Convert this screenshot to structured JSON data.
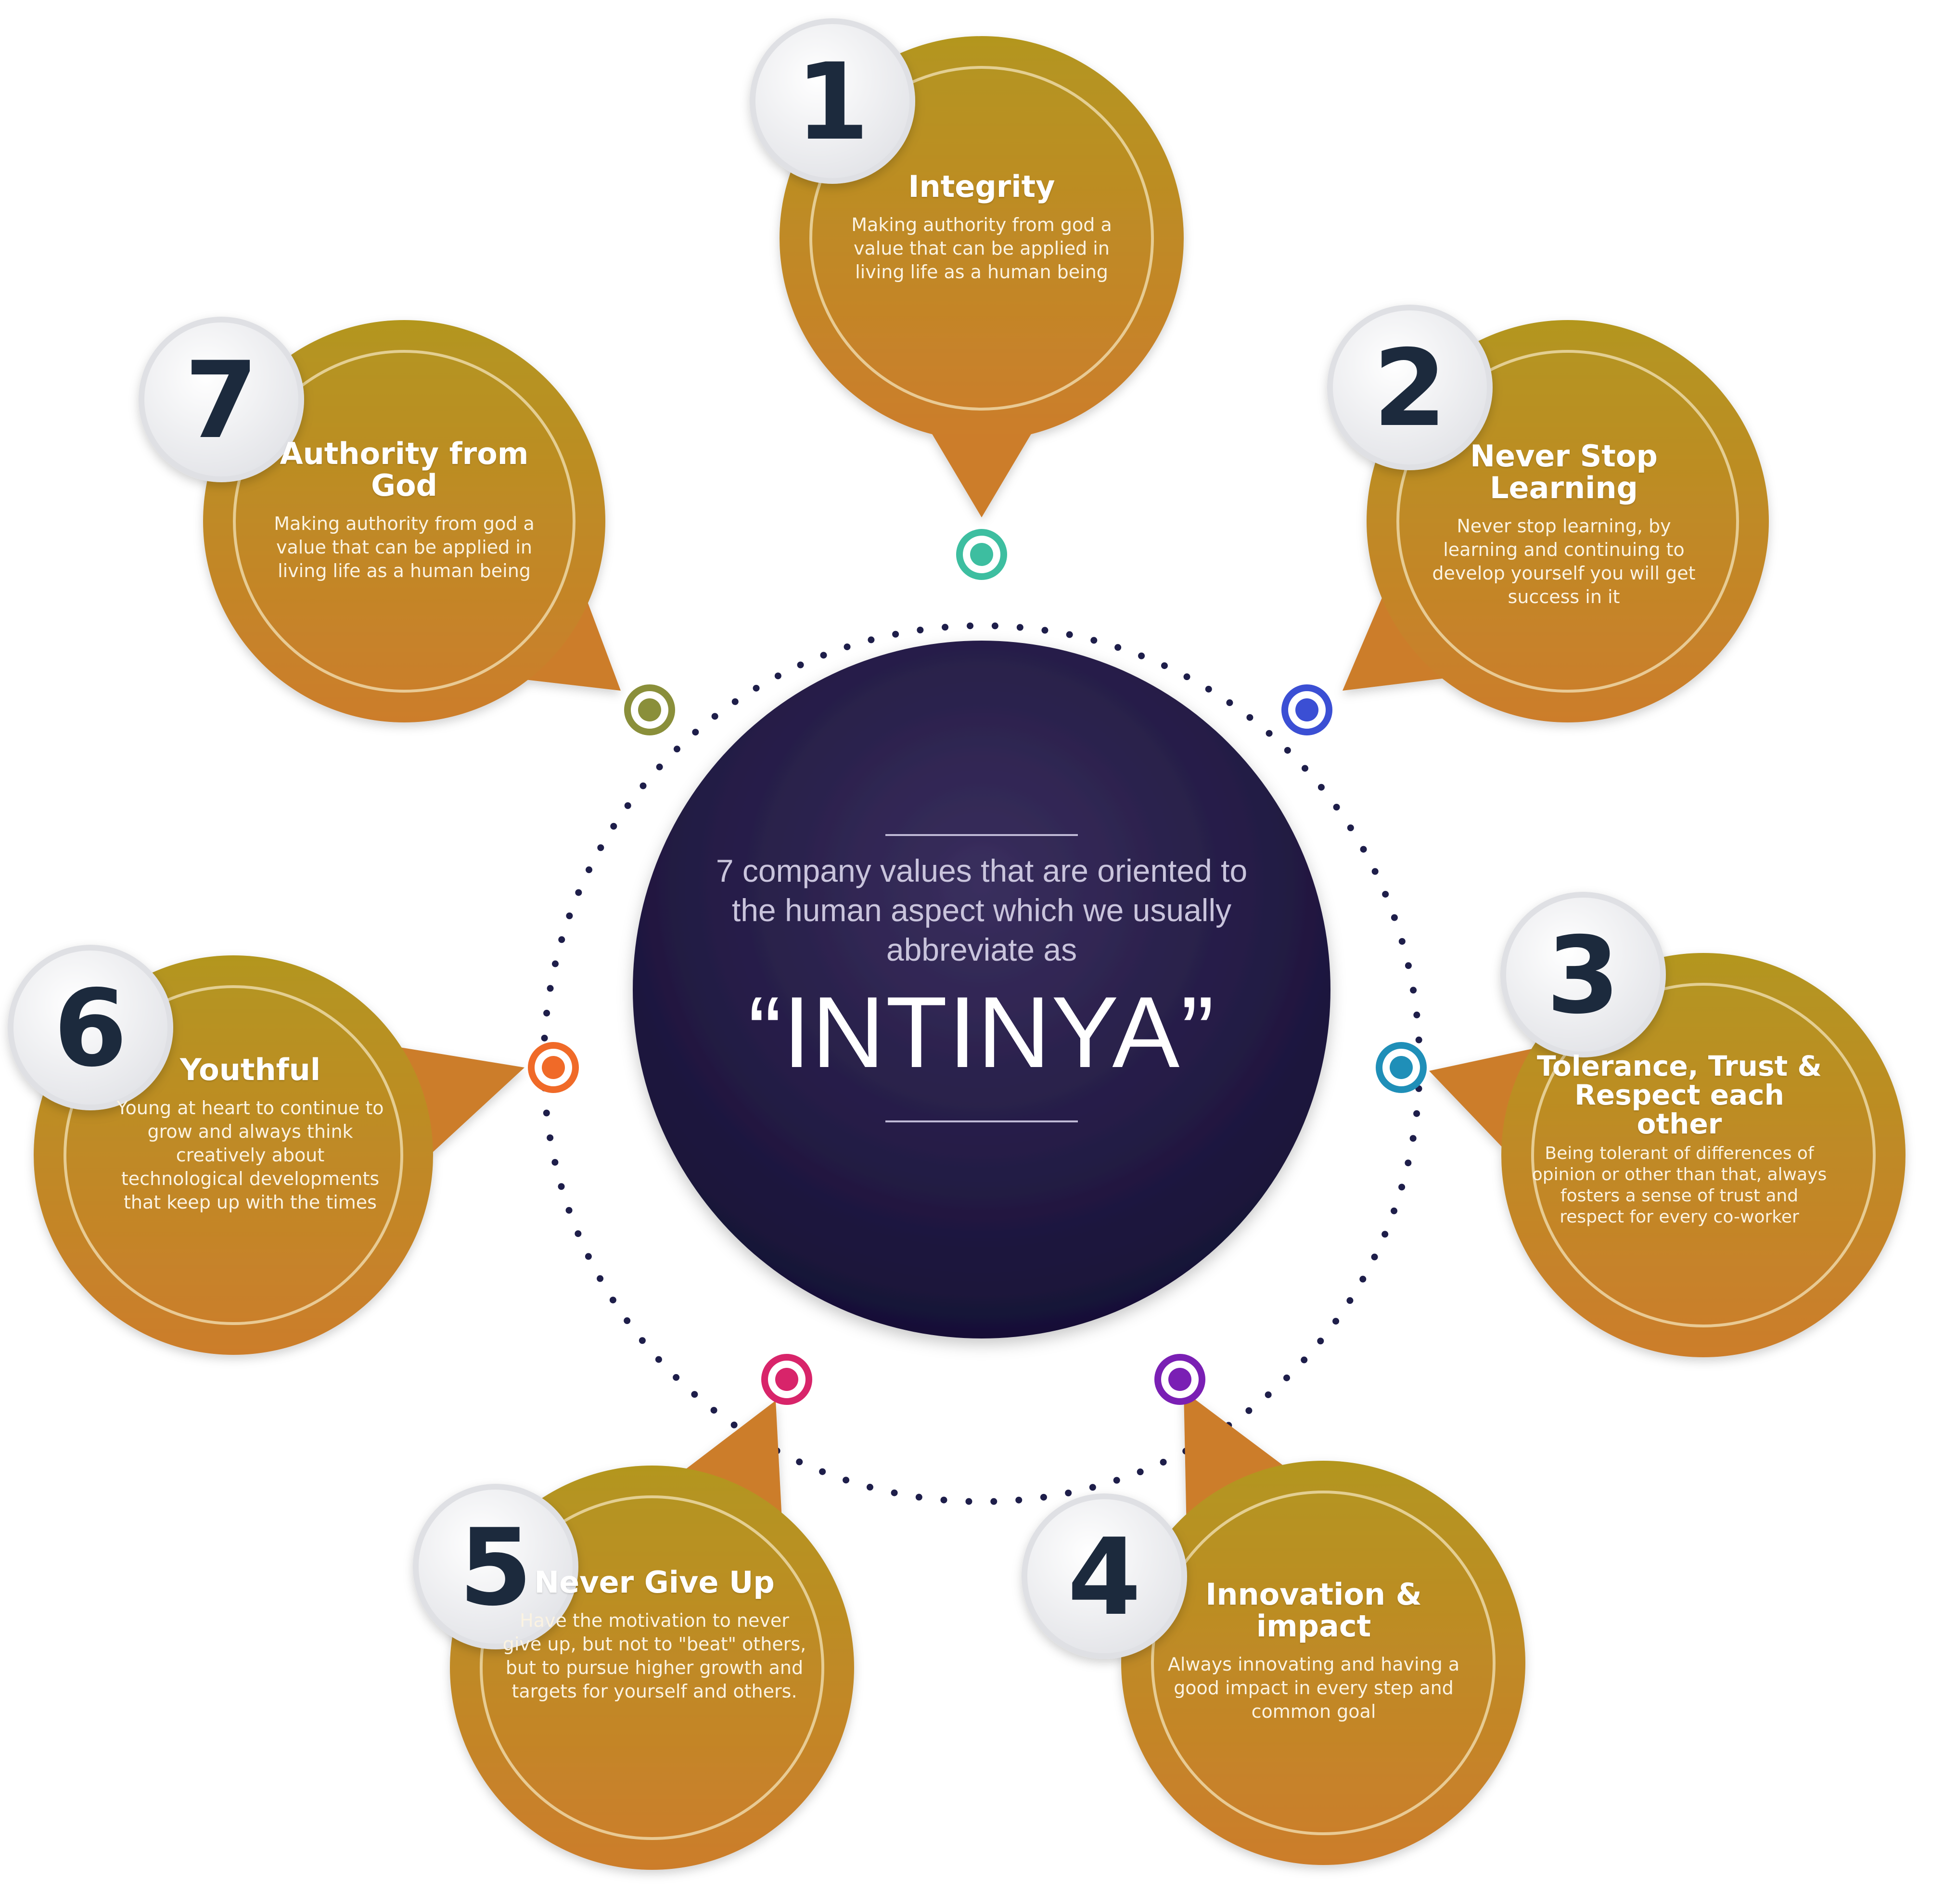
{
  "center": {
    "subtitle": "7 company values that are oriented to the human aspect which we usually abbreviate as",
    "acronym": "“INTINYA”"
  },
  "values": [
    {
      "number": "1",
      "title": "Integrity",
      "description": "Making authority from god a value that can be applied in living life as a human being",
      "dot_color": "#3dbea0"
    },
    {
      "number": "2",
      "title": "Never Stop Learning",
      "description": "Never stop learning, by learning and continuing to develop yourself you will get success in it",
      "dot_color": "#3b4fd4"
    },
    {
      "number": "3",
      "title": "Tolerance, Trust & Respect each other",
      "description": "Being tolerant of differences of opinion or other than that, always fosters a sense of trust and respect for every co-worker",
      "dot_color": "#1f8fb8"
    },
    {
      "number": "4",
      "title": "Innovation & impact",
      "description": "Always innovating and having a good impact in every step and common goal",
      "dot_color": "#7a1fb4"
    },
    {
      "number": "5",
      "title": "Never Give Up",
      "description": "Have the motivation to never give up, but not to \"beat\" others, but to pursue higher growth and targets for yourself and others.",
      "dot_color": "#d8246a"
    },
    {
      "number": "6",
      "title": "Youthful",
      "description": "Young at heart to continue to grow and always think creatively about technological developments that keep up with the times",
      "dot_color": "#f06a28"
    },
    {
      "number": "7",
      "title": "Authority from God",
      "description": "Making authority from god a value that can be applied in living life as a human being",
      "dot_color": "#8a8f3a"
    }
  ],
  "colors": {
    "bubble_gold": "#b3961f",
    "bubble_orange": "#cc7d2c",
    "center_dark": "#1d1640",
    "number_text": "#1c2a3d",
    "dotted_ring": "#1e1e4a"
  }
}
